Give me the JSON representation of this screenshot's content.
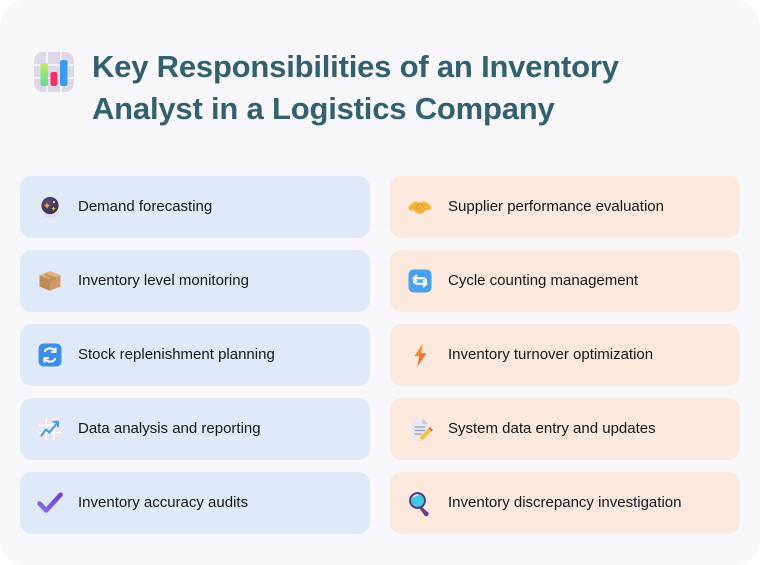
{
  "header": {
    "icon_name": "bar-chart-icon",
    "title": "Key Responsibilities of an Inventory Analyst in a Logistics Company"
  },
  "colors": {
    "page_background": "#f8f8fa",
    "title_text": "#336070",
    "left_card_background": "#dfe9f7",
    "right_card_background": "#fae9dc",
    "card_text": "#17171a"
  },
  "columns": {
    "left": {
      "items": [
        {
          "icon_name": "crystal-ball-icon",
          "label": "Demand forecasting"
        },
        {
          "icon_name": "package-box-icon",
          "label": "Inventory level monitoring"
        },
        {
          "icon_name": "refresh-arrows-icon",
          "label": "Stock replenishment planning"
        },
        {
          "icon_name": "chart-increasing-icon",
          "label": "Data analysis and reporting"
        },
        {
          "icon_name": "check-mark-icon",
          "label": "Inventory accuracy audits"
        }
      ]
    },
    "right": {
      "items": [
        {
          "icon_name": "handshake-icon",
          "label": "Supplier performance evaluation"
        },
        {
          "icon_name": "repeat-button-icon",
          "label": "Cycle counting management"
        },
        {
          "icon_name": "lightning-bolt-icon",
          "label": "Inventory turnover optimization"
        },
        {
          "icon_name": "memo-pencil-icon",
          "label": "System data entry and updates"
        },
        {
          "icon_name": "magnifying-glass-icon",
          "label": "Inventory discrepancy investigation"
        }
      ]
    }
  }
}
